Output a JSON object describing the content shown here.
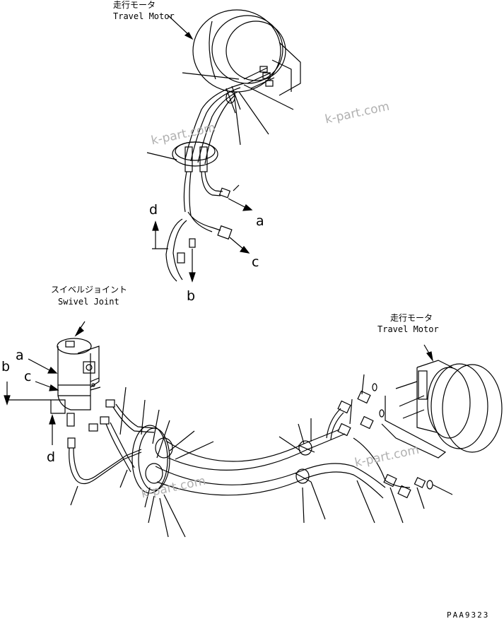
{
  "labels": {
    "travel_motor_top_jp": "走行モータ",
    "travel_motor_top_en": "Travel Motor",
    "swivel_joint_jp": "スイベルジョイント",
    "swivel_joint_en": "Swivel Joint",
    "travel_motor_right_jp": "走行モータ",
    "travel_motor_right_en": "Travel Motor"
  },
  "ref_letters": {
    "top_d": "d",
    "top_a": "a",
    "top_c": "c",
    "top_b": "b",
    "left_a": "a",
    "left_c": "c",
    "left_b": "b",
    "left_d": "d"
  },
  "watermarks": [
    "k-part.com",
    "k-part.com",
    "k-part.com",
    "k-part.com"
  ],
  "drawing_code": "PAA9323"
}
